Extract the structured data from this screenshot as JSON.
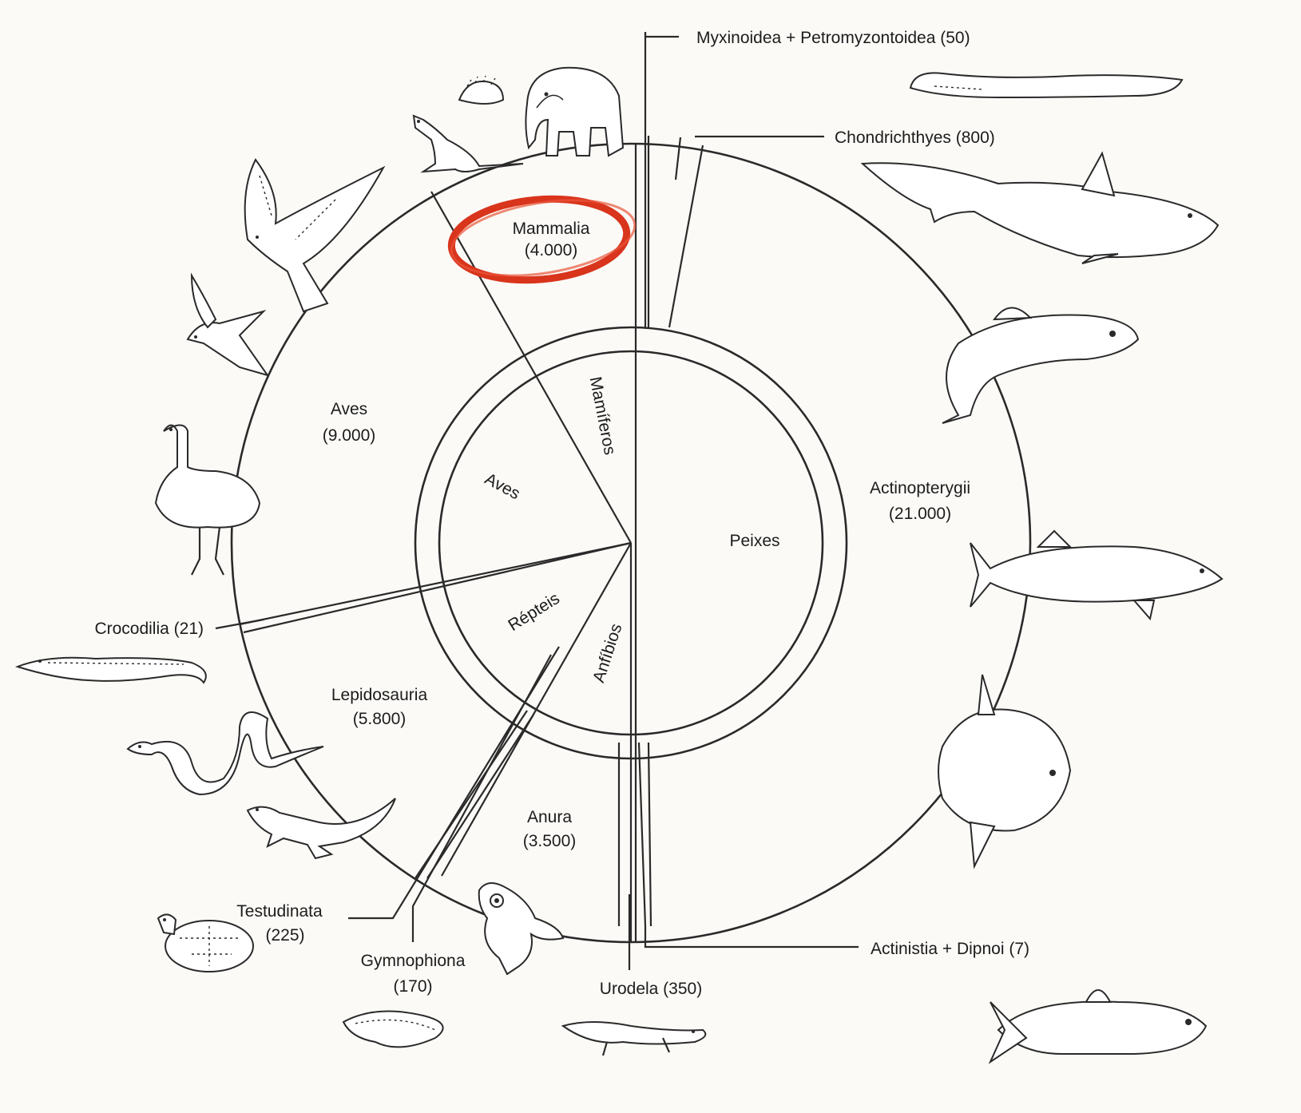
{
  "inner_groups": {
    "mammals": "Mamíferos",
    "birds": "Aves",
    "reptiles": "Répteis",
    "amphibians": "Anfíbios",
    "fishes": "Peixes"
  },
  "taxa": {
    "mammalia": {
      "name": "Mammalia",
      "count": "(4.000)"
    },
    "aves": {
      "name": "Aves",
      "count": "(9.000)"
    },
    "crocodilia": {
      "label": "Crocodilia (21)"
    },
    "lepidosauria": {
      "name": "Lepidosauria",
      "count": "(5.800)"
    },
    "testudinata": {
      "name": "Testudinata",
      "count": "(225)"
    },
    "gymnophiona": {
      "name": "Gymnophiona",
      "count": "(170)"
    },
    "anura": {
      "name": "Anura",
      "count": "(3.500)"
    },
    "urodela": {
      "label": "Urodela (350)"
    },
    "actinistia_dipnoi": {
      "label": "Actinistia + Dipnoi (7)"
    },
    "actinopterygii": {
      "name": "Actinopterygii",
      "count": "(21.000)"
    },
    "chondrichthyes": {
      "label": "Chondrichthyes (800)"
    },
    "myxinoidea": {
      "label": "Myxinoidea + Petromyzontoidea (50)"
    }
  },
  "highlight": {
    "color": "#d9341c",
    "target": "Mammalia"
  },
  "icons": [
    "elephant-icon",
    "echidna-icon",
    "kangaroo-icon",
    "gull-icon",
    "dove-icon",
    "ostrich-icon",
    "crocodile-icon",
    "snake-icon",
    "lizard-icon",
    "turtle-icon",
    "caecilian-icon",
    "frog-icon",
    "salamander-icon",
    "coelacanth-icon",
    "sunfish-icon",
    "tuna-icon",
    "trout-icon",
    "shark-icon",
    "lamprey-icon"
  ]
}
